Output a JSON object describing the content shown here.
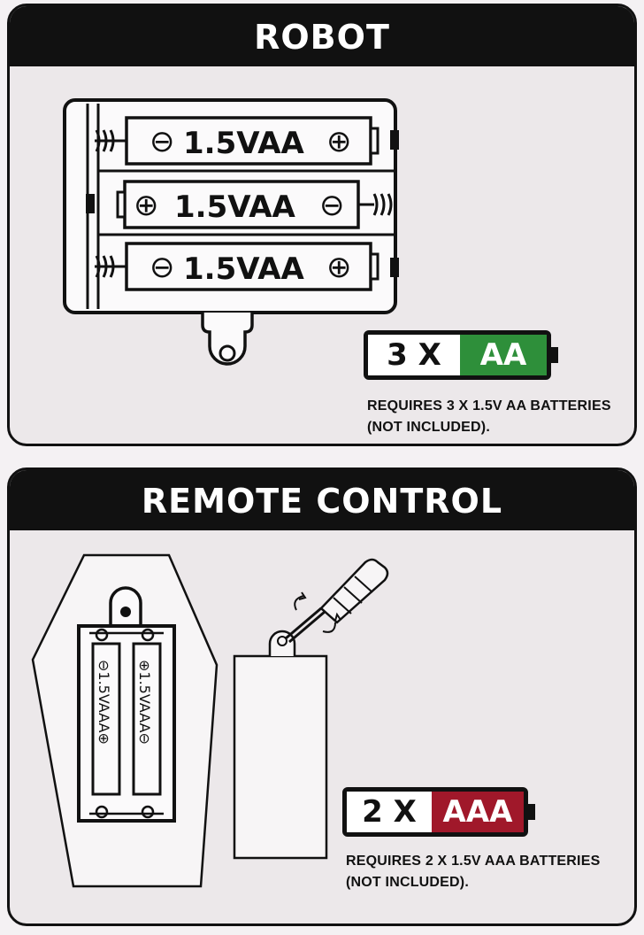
{
  "robot": {
    "title": "ROBOT",
    "batteries": [
      {
        "label": "1.5VAA",
        "left_symbol": "⊖",
        "right_symbol": "⊕"
      },
      {
        "label": "1.5VAA",
        "left_symbol": "⊕",
        "right_symbol": "⊖"
      },
      {
        "label": "1.5VAA",
        "left_symbol": "⊖",
        "right_symbol": "⊕"
      }
    ],
    "badge": {
      "count": "3 X",
      "type": "AA",
      "color": "#2e8f3a"
    },
    "requirement_line1": "REQUIRES 3 X 1.5V AA BATTERIES",
    "requirement_line2": "(NOT INCLUDED)."
  },
  "remote": {
    "title": "REMOTE CONTROL",
    "batteries": [
      {
        "label": "⊖1.5VAAA⊕"
      },
      {
        "label": "⊕1.5VAAA⊖"
      }
    ],
    "badge": {
      "count": "2 X",
      "type": "AAA",
      "color": "#a0182a"
    },
    "requirement_line1": "REQUIRES 2 X 1.5V AAA BATTERIES",
    "requirement_line2": "(NOT INCLUDED)."
  }
}
